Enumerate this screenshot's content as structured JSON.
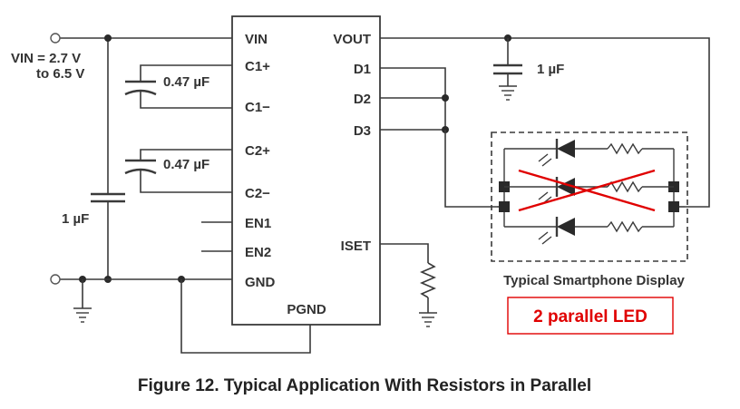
{
  "ic": {
    "pins_left": [
      "VIN",
      "C1+",
      "C1−",
      "C2+",
      "C2−",
      "EN1",
      "EN2",
      "GND"
    ],
    "pins_right": [
      "VOUT",
      "D1",
      "D2",
      "D3",
      "ISET"
    ],
    "pin_bottom": "PGND"
  },
  "input": {
    "voltage_line1": "VIN = 2.7 V",
    "voltage_line2": "to 6.5 V"
  },
  "capacitors": {
    "c1": "0.47 µF",
    "c2": "0.47 µF",
    "cin": "1 µF",
    "cout": "1 µF"
  },
  "display": {
    "label": "Typical Smartphone Display",
    "led_count": 3,
    "crossed_led_index": 2
  },
  "annotation": {
    "text": "2 parallel LED",
    "color": "#e00000"
  },
  "caption": "Figure 12.  Typical Application With Resistors in Parallel"
}
